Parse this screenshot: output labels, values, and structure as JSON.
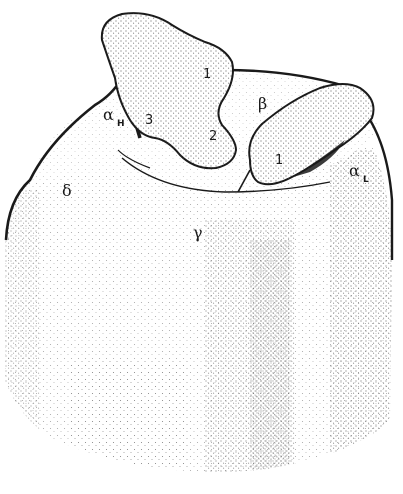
{
  "labels": {
    "delta": "δ",
    "gamma": "γ",
    "beta": "β",
    "alpha_h": "α",
    "alpha_h_sub": "H",
    "alpha_l": "α",
    "alpha_l_sub": "L",
    "num_1_top": "1",
    "num_2": "2",
    "num_3": "3",
    "num_1_right": "1"
  },
  "colors": {
    "ink": "#1a1a1a",
    "stipple": "#555555",
    "paper": "#ffffff"
  }
}
